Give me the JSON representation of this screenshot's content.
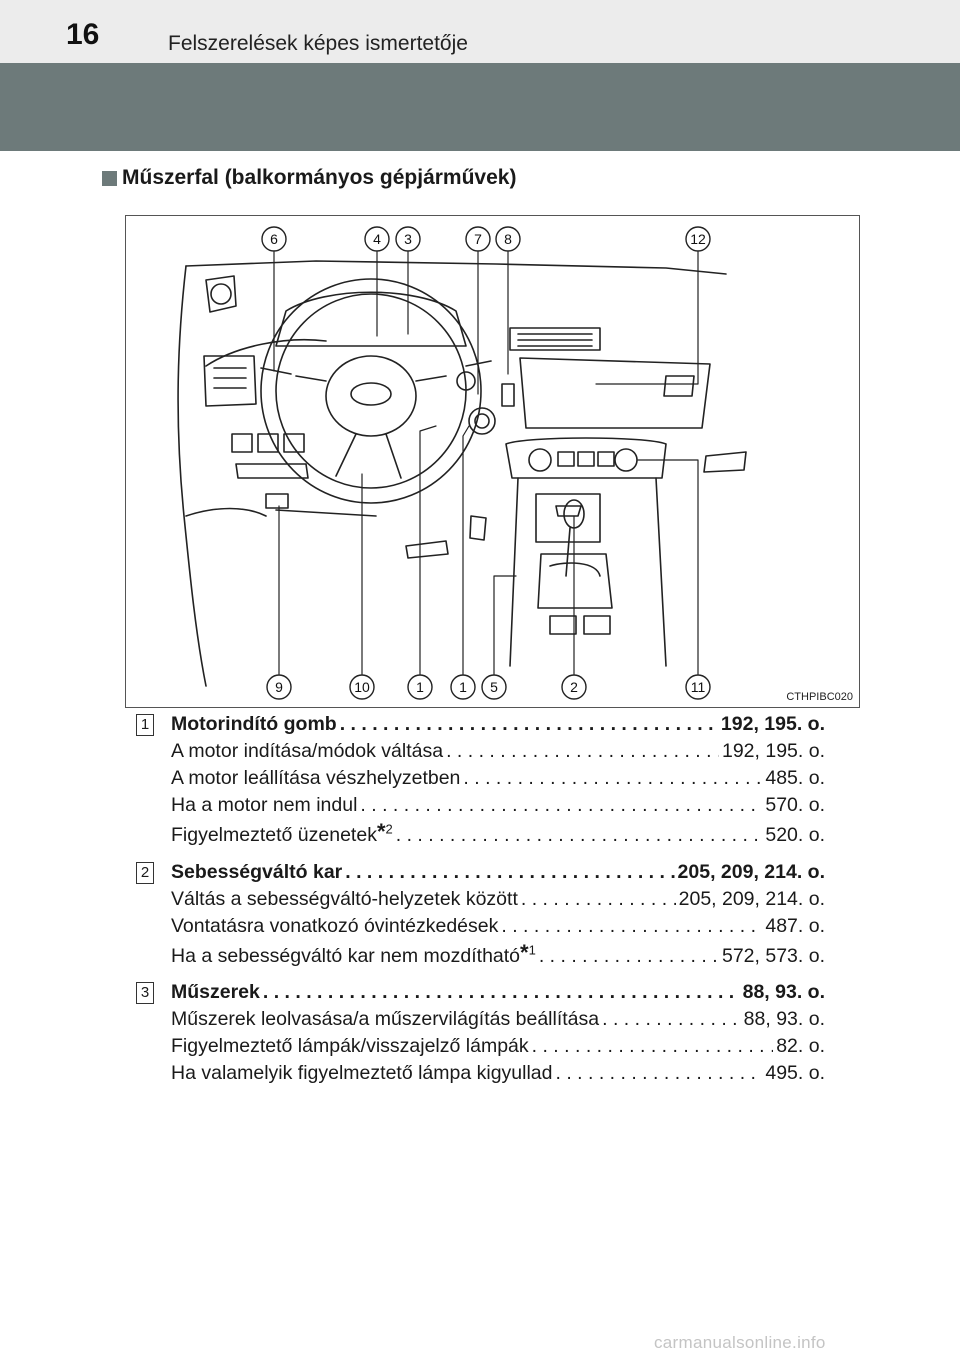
{
  "header": {
    "page_number": "16",
    "chapter_title": "Felszerelések képes ismertetője"
  },
  "section": {
    "title": "Műszerfal (balkormányos gépjárművek)"
  },
  "figure": {
    "code": "CTHPIBC020",
    "top_callouts": [
      "6",
      "4",
      "3",
      "7",
      "8",
      "12"
    ],
    "bottom_callouts": [
      "9",
      "10",
      "1",
      "1",
      "5",
      "2",
      "11"
    ]
  },
  "entries": [
    {
      "marker": "1",
      "lines": [
        {
          "label": "Motorindító gomb",
          "page": "192, 195. o.",
          "bold": true
        },
        {
          "label": "A motor indítása/módok váltása",
          "page": "192, 195. o."
        },
        {
          "label": "A motor leállítása vészhelyzetben",
          "page": "485. o."
        },
        {
          "label": "Ha a motor nem indul",
          "page": "570. o."
        },
        {
          "label": "Figyelmeztető üzenetek",
          "note": "2",
          "page": "520. o."
        }
      ]
    },
    {
      "marker": "2",
      "lines": [
        {
          "label": "Sebességváltó kar",
          "page": "205, 209, 214. o.",
          "bold": true
        },
        {
          "label": "Váltás a sebességváltó-helyzetek között",
          "page": "205, 209, 214. o."
        },
        {
          "label": "Vontatásra vonatkozó óvintézkedések",
          "page": "487. o."
        },
        {
          "label": "Ha a sebességváltó kar nem mozdítható",
          "note": "1",
          "page": "572, 573. o."
        }
      ]
    },
    {
      "marker": "3",
      "lines": [
        {
          "label": "Műszerek",
          "page": "88, 93. o.",
          "bold": true
        },
        {
          "label": "Műszerek leolvasása/a műszervilágítás beállítása",
          "page": "88, 93. o."
        },
        {
          "label": "Figyelmeztető lámpák/visszajelző lámpák",
          "page": "82. o."
        },
        {
          "label": "Ha valamelyik figyelmeztető lámpa kigyullad",
          "page": "495. o."
        }
      ]
    }
  ],
  "watermark": "carmanualsonline.info"
}
